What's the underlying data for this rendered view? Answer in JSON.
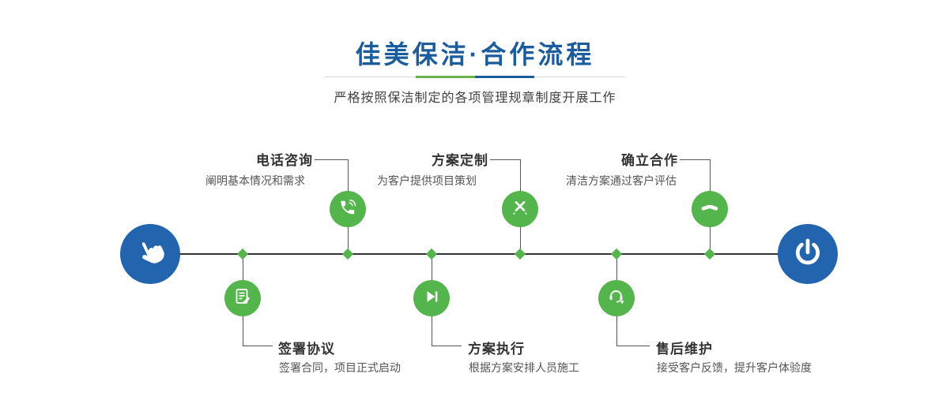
{
  "header": {
    "title": "佳美保洁·合作流程",
    "subtitle": "严格按照保洁制定的各项管理规章制度开展工作"
  },
  "colors": {
    "title_blue": "#1b5c9d",
    "endpoint_blue": "#2264ad",
    "node_green": "#54b54c",
    "underline_green": "#6ab04c",
    "timeline": "#333333"
  },
  "endpoints": {
    "start_icon": "hand-pointer-icon",
    "end_icon": "power-icon"
  },
  "steps": [
    {
      "title": "电话咨询",
      "desc": "阐明基本情况和需求",
      "icon": "phone-icon",
      "position": "top"
    },
    {
      "title": "方案定制",
      "desc": "为客户提供项目策划",
      "icon": "design-tools-icon",
      "position": "top"
    },
    {
      "title": "确立合作",
      "desc": "清洁方案通过客户评估",
      "icon": "handshake-icon",
      "position": "top"
    },
    {
      "title": "签署协议",
      "desc": "签署合同，项目正式启动",
      "icon": "contract-icon",
      "position": "bottom"
    },
    {
      "title": "方案执行",
      "desc": "根据方案安排人员施工",
      "icon": "execute-play-icon",
      "position": "bottom"
    },
    {
      "title": "售后维护",
      "desc": "接受客户反馈，提升客户体验度",
      "icon": "support-headset-icon",
      "position": "bottom"
    }
  ]
}
